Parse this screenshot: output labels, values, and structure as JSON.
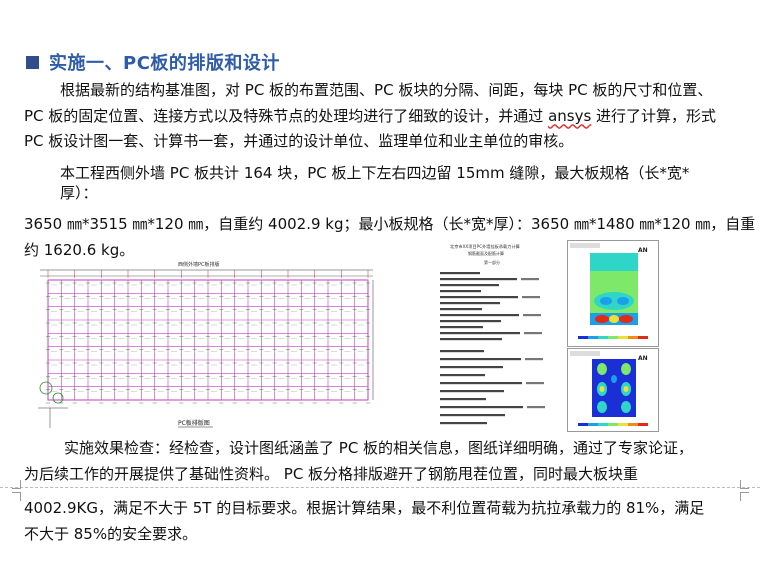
{
  "heading": {
    "title": "实施一、PC板的排版和设计"
  },
  "paragraph1": {
    "line1": "根据最新的结构基准图，对 PC 板的布置范围、PC 板块的分隔、间距，每块 PC 板的尺寸和位置、",
    "line2a": "PC 板的固定位置、连接方式以及特殊节点的处理均进行了细致的设计，并通过 ",
    "line2b": "ansys",
    "line2c": " 进行了计算，形式",
    "line3": "PC 板设计图一套、计算书一套，并通过的设计单位、监理单位和业主单位的审核。"
  },
  "paragraph2": {
    "line1": "本工程西侧外墙 PC 板共计 164 块，PC 板上下左右四边留 15mm 缝隙，最大板规格（长*宽*",
    "line2": "厚）：",
    "line3": "3650 ㎜*3515 ㎜*120 ㎜，自重约 4002.9 kg；最小板规格（长*宽*厚）：3650 ㎜*1480 ㎜*120 ㎜，自重",
    "line4": "约 1620.6 kg。"
  },
  "figures": {
    "plan_caption": "PC板排版图",
    "plan_top_label": "西侧外墙PC板排版",
    "calc_title": "北京市XX项目PC外墙挂板承载力计算",
    "calc_subtitle": "钢筋截面及配筋计算",
    "calc_section": "第一部分",
    "fea_logo": "AN",
    "fea_colors": [
      "#1a2fd6",
      "#1aa0e8",
      "#2fd6c8",
      "#7ee86a",
      "#e8e13a",
      "#f08c1a",
      "#e02a1a"
    ]
  },
  "paragraph3": {
    "line1": "实施效果检查：经检查，设计图纸涵盖了 PC 板的相关信息，图纸详细明确，通过了专家论证，",
    "line2": "为后续工作的开展提供了基础性资料。  PC 板分格排版避开了钢筋甩茬位置，同时最大板块重"
  },
  "paragraph4": {
    "line1": "4002.9KG，满足不大于 5T 的目标要求。根据计算结果，最不利位置荷载为抗拉承载力的 81%，满足",
    "line2": "不大于 85%的安全要求。"
  }
}
